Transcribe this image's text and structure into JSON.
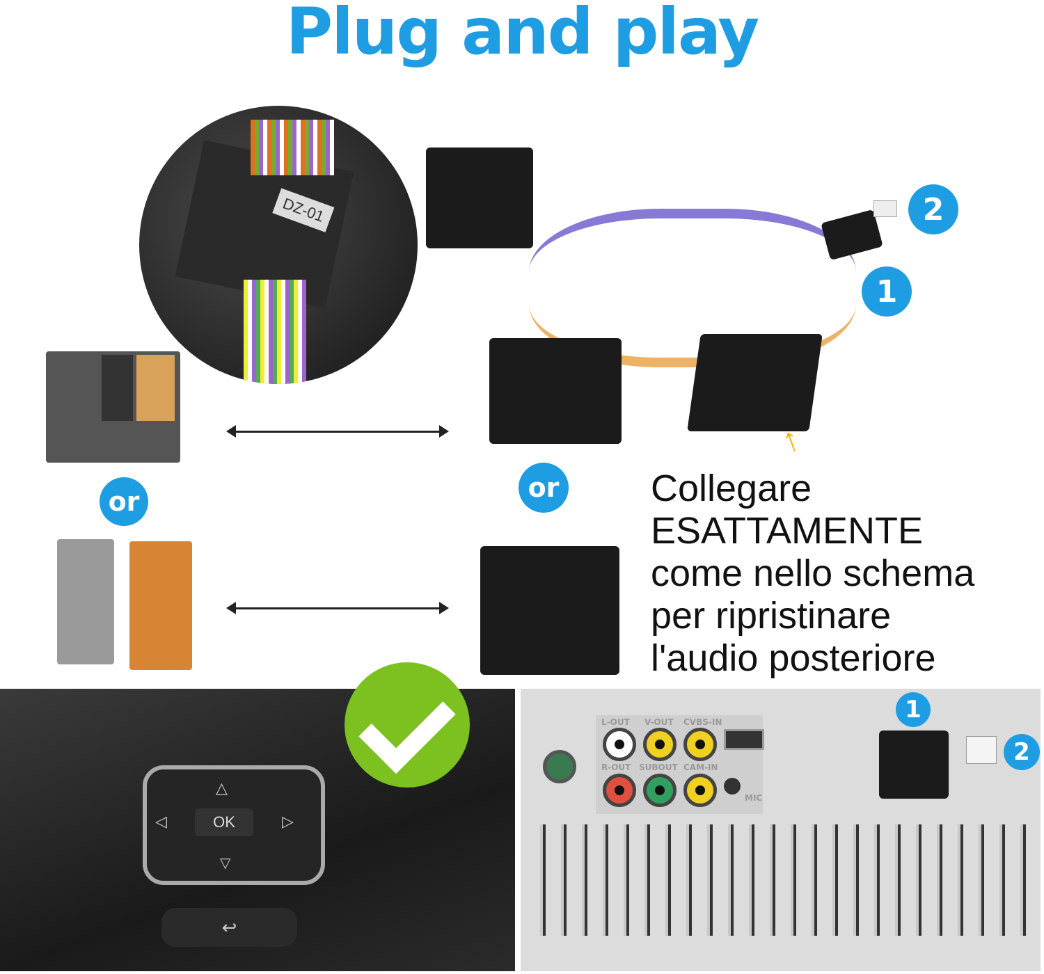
{
  "title": "Plug and play",
  "badges": {
    "one": "1",
    "two": "2",
    "or": "or"
  },
  "module_label": "DZ-01",
  "note": [
    "Collegare",
    "ESATTAMENTE",
    "come nello schema",
    "per ripristinare",
    "l'audio posteriore"
  ],
  "steering": {
    "ok": "OK",
    "up": "△",
    "down": "▽",
    "left": "◁",
    "right": "▷",
    "back": "↩"
  },
  "stereo_labels": [
    "L-OUT",
    "V-OUT",
    "CVBS-IN",
    "R-OUT",
    "SUBOUT",
    "CAM-IN",
    "MIC"
  ],
  "colors": {
    "accent": "#1e9de3",
    "check": "#7cc11f"
  }
}
